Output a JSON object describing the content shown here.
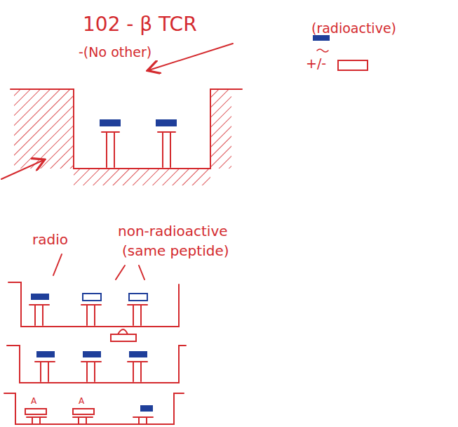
{
  "diagram": {
    "title": "102 - β TCR",
    "labels": [
      "(radioactive)",
      "-(No other)",
      "+/-",
      "radio",
      "non-radioactive",
      "(same peptide)",
      "A",
      "A"
    ]
  }
}
